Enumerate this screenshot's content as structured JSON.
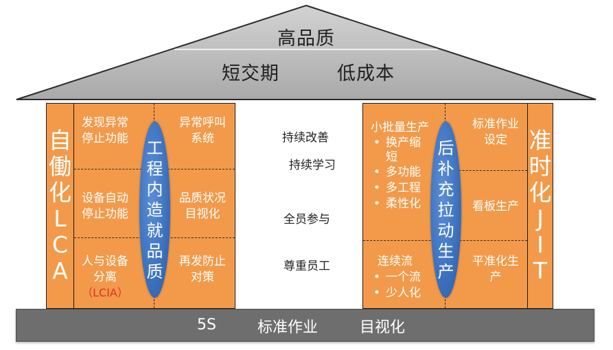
{
  "roof": {
    "top": "高品质",
    "bottom_left": "短交期",
    "bottom_right": "低成本"
  },
  "left_pillar": {
    "label_chars": [
      "自",
      "働",
      "化",
      "L",
      "C",
      "A"
    ],
    "cells": {
      "r1c1": [
        "发现异常",
        "停止功能"
      ],
      "r1c2": [
        "异常呼叫",
        "系统"
      ],
      "r2c1": [
        "设备自动",
        "停止功能"
      ],
      "r2c2": [
        "品质状况",
        "目视化"
      ],
      "r3c1": [
        "人与设备",
        "分离"
      ],
      "r3c1_note": "（LCIA）",
      "r3c2": [
        "再发防止",
        "对策"
      ]
    },
    "oval_chars": [
      "工",
      "程",
      "内",
      "造",
      "就",
      "品",
      "质"
    ]
  },
  "center": {
    "items": [
      "持续改善",
      "持续学习",
      "全员参与",
      "尊重员工"
    ]
  },
  "right_pillar": {
    "label_chars": [
      "准",
      "时",
      "化",
      "J",
      "I",
      "T"
    ],
    "cells": {
      "c1_top_title": "小批量生产",
      "c1_top_bullets": [
        "换产缩短",
        "多功能",
        "多工程",
        "柔性化"
      ],
      "c1_bottom_title": "连续流",
      "c1_bottom_bullets": [
        "一个流",
        "少人化"
      ],
      "c2_r1": [
        "标准作业",
        "设定"
      ],
      "c2_r2": [
        "看板生产"
      ],
      "c2_r3": [
        "平准化生",
        "产"
      ]
    },
    "oval_chars": [
      "后",
      "补",
      "充",
      "拉",
      "动",
      "生",
      "产"
    ]
  },
  "foundation": {
    "item1": "5S",
    "item2": "标准作业",
    "item3": "目视化"
  },
  "colors": {
    "orange": "#f29a4a",
    "roof_gray": "#b5b5b5",
    "oval_blue": "#3e73c0",
    "foundation_gray": "#6e6e6e",
    "note_red": "#e0302a"
  }
}
